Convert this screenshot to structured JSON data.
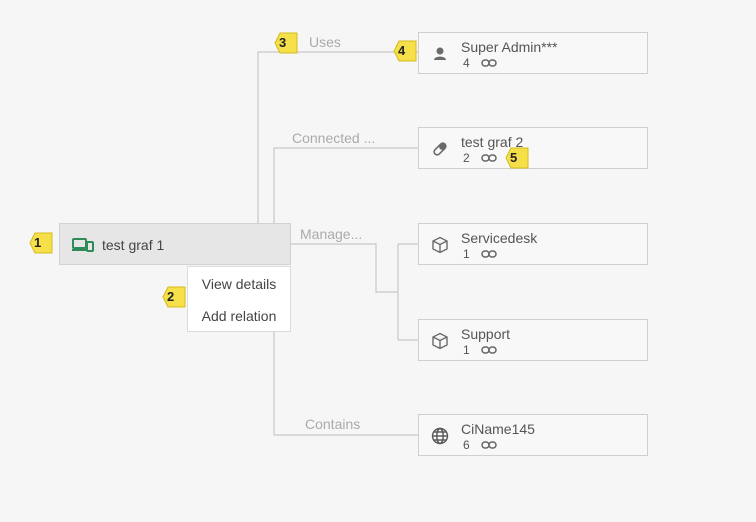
{
  "root": {
    "name": "test graf 1",
    "icon": "devices-icon",
    "color": "#2e8b57"
  },
  "context_menu": {
    "view_details": "View details",
    "add_relation": "Add relation"
  },
  "relations": {
    "uses": "Uses",
    "connected": "Connected ...",
    "managed": "Manage...",
    "contains": "Contains"
  },
  "nodes": [
    {
      "name": "Super Admin***",
      "count": "4",
      "icon": "user-icon"
    },
    {
      "name": "test graf 2",
      "count": "2",
      "icon": "pill-icon"
    },
    {
      "name": "Servicedesk",
      "count": "1",
      "icon": "cube-icon"
    },
    {
      "name": "Support",
      "count": "1",
      "icon": "cube-icon"
    },
    {
      "name": "CiName145",
      "count": "6",
      "icon": "globe-icon"
    }
  ],
  "badges": [
    "1",
    "2",
    "3",
    "4",
    "5"
  ],
  "colors": {
    "badge": "#f5e04a",
    "line": "#c8c8c8",
    "accent": "#2e8b57"
  }
}
